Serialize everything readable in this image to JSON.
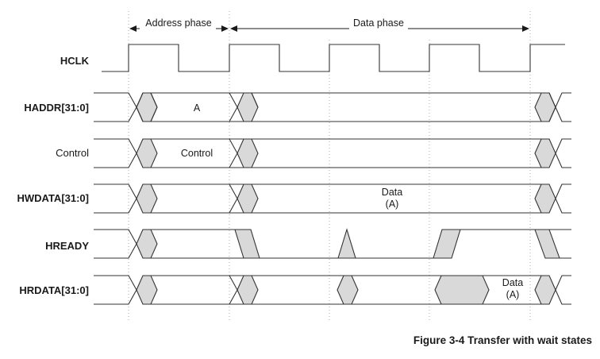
{
  "phases": {
    "address": "Address phase",
    "data": "Data phase"
  },
  "signals": [
    {
      "label": "HCLK",
      "bold": true
    },
    {
      "label": "HADDR[31:0]",
      "bold": true
    },
    {
      "label": "Control",
      "bold": false
    },
    {
      "label": "HWDATA[31:0]",
      "bold": true
    },
    {
      "label": "HREADY",
      "bold": true
    },
    {
      "label": "HRDATA[31:0]",
      "bold": true
    }
  ],
  "cells": {
    "haddr": "A",
    "control": "Control",
    "hwdata_line1": "Data",
    "hwdata_line2": "(A)",
    "hrdata_line1": "Data",
    "hrdata_line2": "(A)"
  },
  "caption": "Figure 3-4 Transfer with wait states"
}
